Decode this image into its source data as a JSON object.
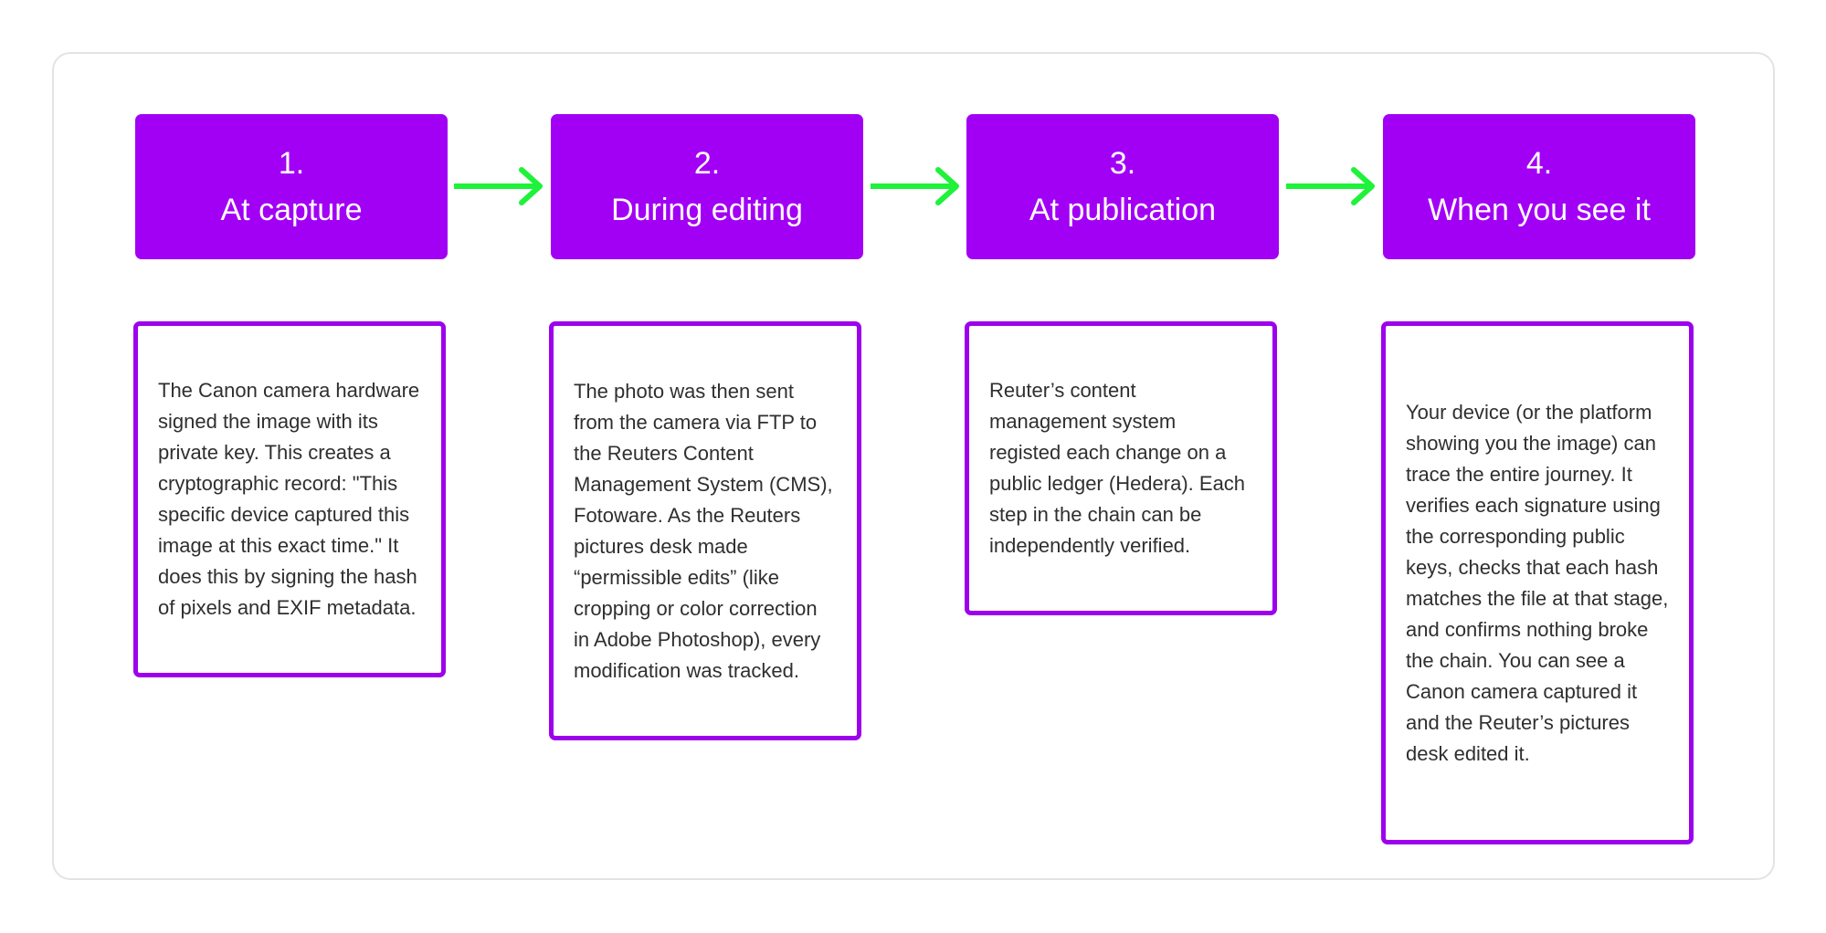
{
  "colors": {
    "step_fill": "#a200f5",
    "step_border": "#9d00ec",
    "arrow": "#1ef23a",
    "text": "#2f2f2f"
  },
  "steps": [
    {
      "number": "1.",
      "title": "At capture",
      "description": "The Canon camera hardware signed the image with its private key. This creates a cryptographic record: \"This specific device captured this image at this exact time.\" It does this by signing the hash of pixels and EXIF metadata."
    },
    {
      "number": "2.",
      "title": "During editing",
      "description": "The photo was then sent from the camera via FTP to the Reuters Content Management System (CMS), Fotoware. As the Reuters pictures desk made “permissible edits” (like cropping or color correction in Adobe Photoshop), every modification was tracked."
    },
    {
      "number": "3.",
      "title": "At publication",
      "description": "Reuter’s content management system registed each change on a public ledger (Hedera). Each step in the chain can be independently verified."
    },
    {
      "number": "4.",
      "title": "When you see it",
      "description": "Your device (or the platform showing you the image) can trace the entire journey. It verifies each signature using the corresponding public keys, checks that each hash matches the file at that stage, and confirms nothing broke the chain. You can see a Canon camera captured it and the Reuter’s pictures desk edited it."
    }
  ],
  "arrows": [
    {
      "icon": "arrow-right-icon"
    },
    {
      "icon": "arrow-right-icon"
    },
    {
      "icon": "arrow-right-icon"
    }
  ]
}
